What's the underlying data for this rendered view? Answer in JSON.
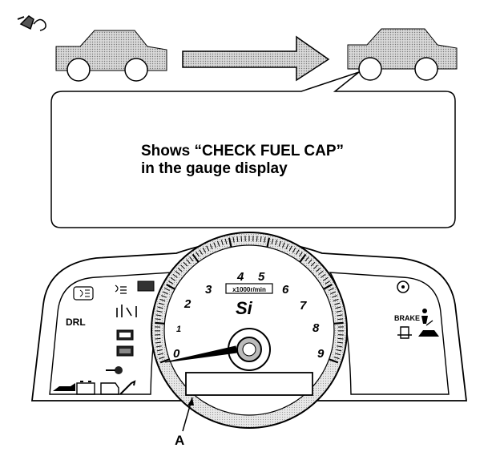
{
  "callout": {
    "line1": "Shows “CHECK FUEL CAP”",
    "line2": "in the gauge display"
  },
  "cluster": {
    "tach_numbers": [
      "0",
      "1",
      "2",
      "3",
      "4",
      "5",
      "6",
      "7",
      "8",
      "9"
    ],
    "tach_unit": "x1000r/min",
    "badge": "Si",
    "left_panel_label": "DRL",
    "right_panel_label": "BRAKE"
  },
  "pointer_label": "A",
  "icons": [
    "fuel-cap-icon",
    "car-icon",
    "arrow-right-icon",
    "fog-light-icon",
    "headlight-icon",
    "battery-icon",
    "oil-icon",
    "engine-icon",
    "wrench-icon",
    "seatbelt-icon",
    "airbag-icon",
    "door-ajar-icon"
  ]
}
